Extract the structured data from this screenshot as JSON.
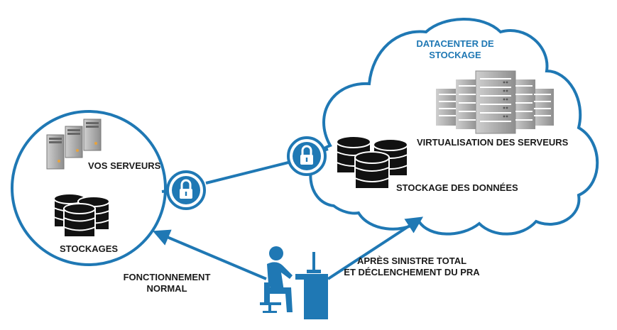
{
  "labels": {
    "local_servers": "VOS SERVEURS",
    "local_storage": "STOCKAGES",
    "datacenter_line1": "DATACENTER DE",
    "datacenter_line2": "STOCKAGE",
    "virtualization": "VIRTUALISATION DES SERVEURS",
    "data_storage": "STOCKAGE DES DONNÉES",
    "normal_line1": "FONCTIONNEMENT",
    "normal_line2": "NORMAL",
    "disaster_line1": "APRÈS SINISTRE TOTAL",
    "disaster_line2": "ET DÉCLENCHEMENT DU PRA"
  },
  "colors": {
    "accent": "#1f78b4",
    "dark": "#111111",
    "server_gray": "#9a9a9a"
  },
  "icons": {
    "lock": "padlock-icon",
    "server": "server-tower-icon",
    "rack": "server-rack-icon",
    "database": "database-stack-icon",
    "user": "person-at-desk-icon"
  }
}
